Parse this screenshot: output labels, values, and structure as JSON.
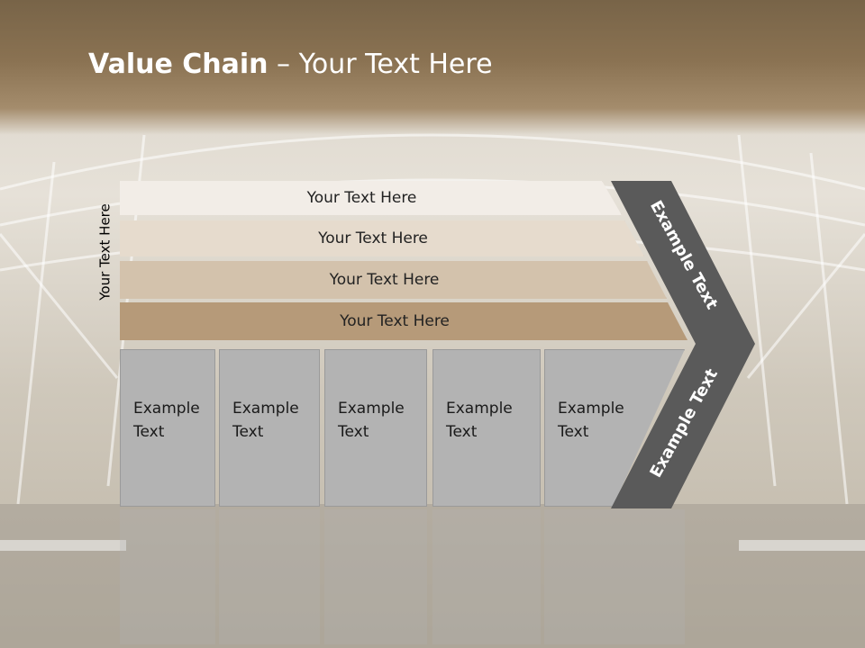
{
  "title": {
    "bold": "Value Chain",
    "rest": " – Your Text Here"
  },
  "side_label": "Your Text Here",
  "bars": [
    {
      "label": "Your Text Here",
      "color": "#f2ede7"
    },
    {
      "label": "Your Text Here",
      "color": "#e6dbcd"
    },
    {
      "label": "Your Text Here",
      "color": "#d3c2ac"
    },
    {
      "label": "Your Text Here",
      "color": "#b69a79"
    }
  ],
  "cells": [
    {
      "line1": "Example",
      "line2": "Text"
    },
    {
      "line1": "Example",
      "line2": "Text"
    },
    {
      "line1": "Example",
      "line2": "Text"
    },
    {
      "line1": "Example",
      "line2": "Text"
    },
    {
      "line1": "Example",
      "line2": "Text"
    }
  ],
  "chevron": {
    "upper": "Example Text",
    "lower": "Example Text",
    "color": "#5a5a5a"
  }
}
